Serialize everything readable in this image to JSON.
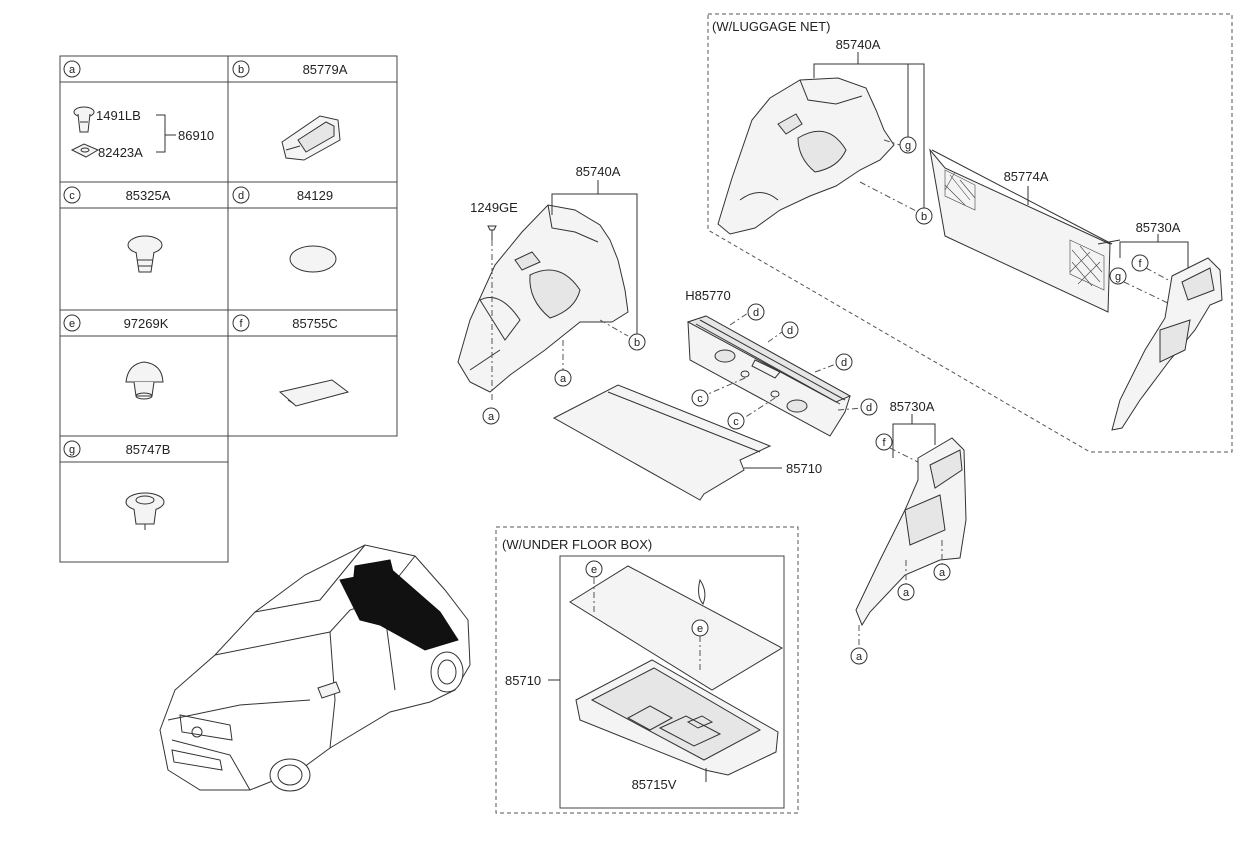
{
  "legend": {
    "cells": [
      {
        "letter": "a",
        "part": ""
      },
      {
        "letter": "b",
        "part": "85779A"
      },
      {
        "letter": "c",
        "part": "85325A"
      },
      {
        "letter": "d",
        "part": "84129"
      },
      {
        "letter": "e",
        "part": "97269K"
      },
      {
        "letter": "f",
        "part": "85755C"
      },
      {
        "letter": "g",
        "part": "85747B"
      }
    ],
    "a_sub": {
      "p1": "1491LB",
      "p2": "82423A",
      "assy": "86910"
    }
  },
  "groups": {
    "luggage_net": "(W/LUGGAGE NET)",
    "under_floor": "(W/UNDER FLOOR BOX)"
  },
  "parts": {
    "trim_left": "85740A",
    "trim_left_net": "85740A",
    "screw": "1249GE",
    "transverse": "H85770",
    "luggage_net": "85774A",
    "trim_right_net": "85730A",
    "trim_right": "85730A",
    "covering": "85710",
    "covering_box": "85710",
    "floor_box": "85715V"
  },
  "callouts": {
    "a": "a",
    "b": "b",
    "c": "c",
    "d": "d",
    "e": "e",
    "f": "f",
    "g": "g"
  }
}
